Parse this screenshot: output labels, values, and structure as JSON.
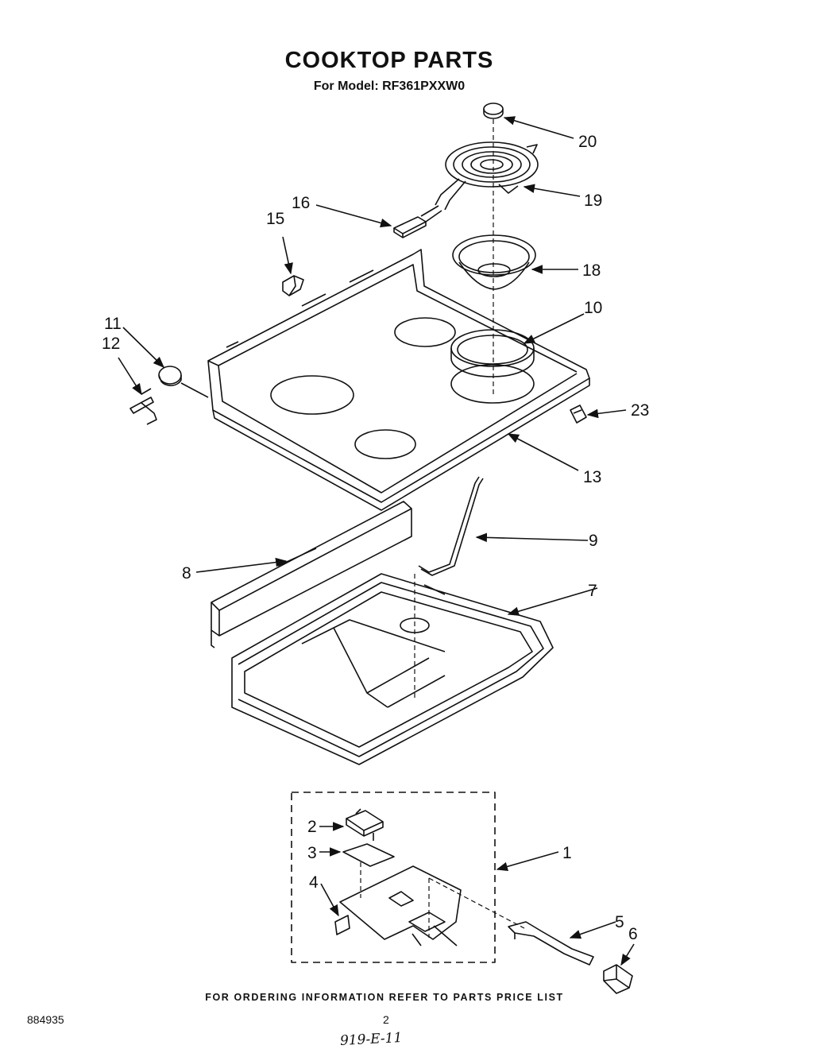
{
  "title": "COOKTOP PARTS",
  "subtitle": "For Model: RF361PXXW0",
  "footer_note": "FOR ORDERING INFORMATION REFER TO PARTS PRICE LIST",
  "doc_number": "884935",
  "page_number": "2",
  "handwritten_note": "919-E-11",
  "callouts": [
    {
      "id": "c20",
      "label": "20"
    },
    {
      "id": "c19",
      "label": "19"
    },
    {
      "id": "c16",
      "label": "16"
    },
    {
      "id": "c15",
      "label": "15"
    },
    {
      "id": "c18",
      "label": "18"
    },
    {
      "id": "c10",
      "label": "10"
    },
    {
      "id": "c11",
      "label": "11"
    },
    {
      "id": "c12",
      "label": "12"
    },
    {
      "id": "c23",
      "label": "23"
    },
    {
      "id": "c13",
      "label": "13"
    },
    {
      "id": "c9",
      "label": "9"
    },
    {
      "id": "c8",
      "label": "8"
    },
    {
      "id": "c7",
      "label": "7"
    },
    {
      "id": "c1",
      "label": "1"
    },
    {
      "id": "c2",
      "label": "2"
    },
    {
      "id": "c3",
      "label": "3"
    },
    {
      "id": "c4",
      "label": "4"
    },
    {
      "id": "c5",
      "label": "5"
    },
    {
      "id": "c6",
      "label": "6"
    }
  ]
}
